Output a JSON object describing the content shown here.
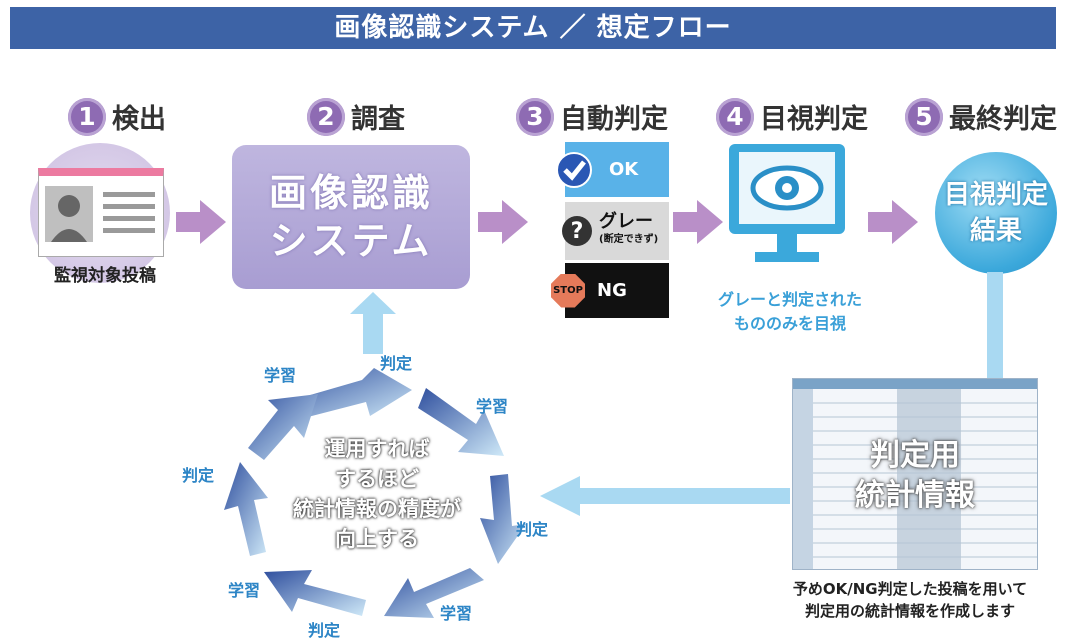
{
  "title": "画像認識システム ／ 想定フロー",
  "steps": [
    {
      "num": "1",
      "label": "検出"
    },
    {
      "num": "2",
      "label": "調査"
    },
    {
      "num": "3",
      "label": "自動判定"
    },
    {
      "num": "4",
      "label": "目視判定"
    },
    {
      "num": "5",
      "label": "最終判定"
    }
  ],
  "monitored_posts": "監視対象投稿",
  "system": {
    "line1": "画像認識",
    "line2": "システム"
  },
  "auto_judge": {
    "ok": "OK",
    "gray": "グレー",
    "gray_note": "(断定できず)",
    "stop": "STOP",
    "ng": "NG"
  },
  "visual_note": {
    "line1": "グレーと判定された",
    "line2": "もののみを目視"
  },
  "result": {
    "line1": "目視判定",
    "line2": "結果"
  },
  "stats": {
    "line1": "判定用",
    "line2": "統計情報"
  },
  "stats_caption": {
    "line1": "予めOK/NG判定した投稿を用いて",
    "line2": "判定用の統計情報を作成します"
  },
  "cycle": {
    "center_lines": [
      "運用すれば",
      "するほど",
      "統計情報の精度が",
      "向上する"
    ],
    "labels": {
      "top_judge": "判定",
      "upper_left_learn": "学習",
      "upper_right_learn": "学習",
      "left_judge": "判定",
      "right_judge": "判定",
      "lower_left_learn": "学習",
      "lower_right_learn": "学習",
      "bottom_judge": "判定"
    }
  },
  "colors": {
    "title_bar": "#3d63a6",
    "step_circle": "#8e6bb3",
    "system_box": "#b3a8d9",
    "arrow": "#b98fc8",
    "blue": "#3ba8db",
    "cycle_dark": "#2f4f9e"
  }
}
